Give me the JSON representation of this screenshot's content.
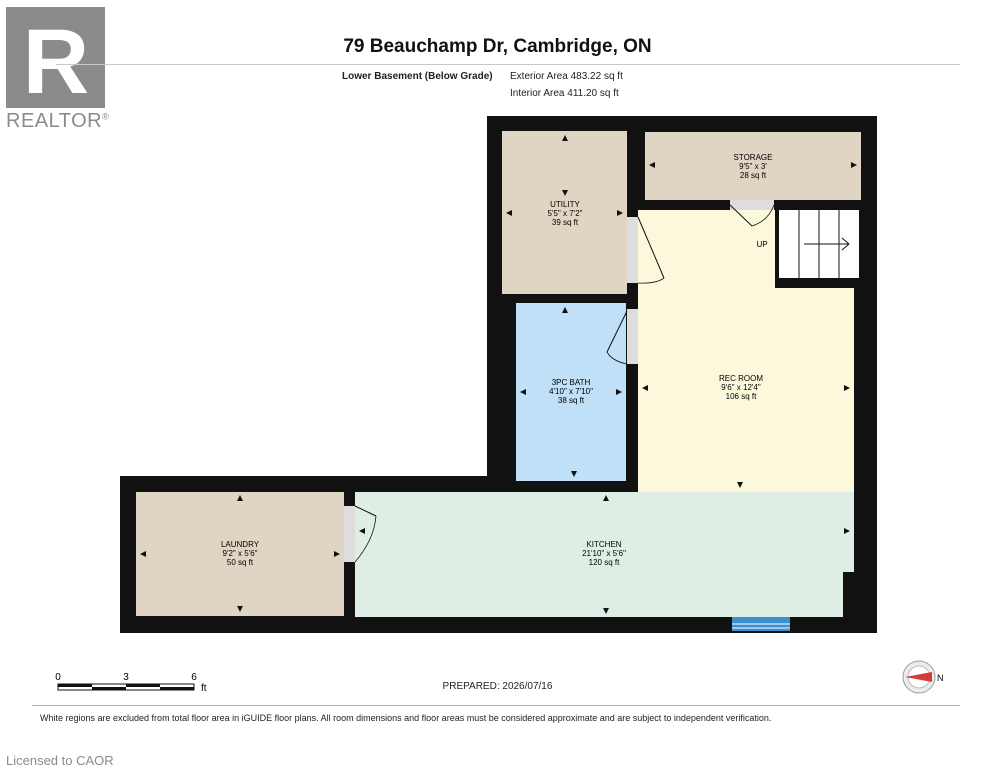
{
  "branding": {
    "logo_letter": "R",
    "logo_word": "REALTOR",
    "registered": "®",
    "licensed_text": "Licensed to CAOR"
  },
  "header": {
    "title": "79 Beauchamp Dr, Cambridge, ON",
    "level": "Lower Basement (Below Grade)",
    "exterior_area": "Exterior Area 483.22 sq ft",
    "interior_area": "Interior Area 411.20 sq ft"
  },
  "rooms": {
    "storage": {
      "name": "STORAGE",
      "dims": "9'5\" x 3'",
      "area": "28 sq ft",
      "color": "#e0d5c3"
    },
    "utility": {
      "name": "UTILITY",
      "dims": "5'5\" x 7'2\"",
      "area": "39 sq ft",
      "color": "#e0d5c3"
    },
    "bath": {
      "name": "3PC BATH",
      "dims": "4'10\" x 7'10\"",
      "area": "38 sq ft",
      "color": "#bfe0f7"
    },
    "rec_room": {
      "name": "REC ROOM",
      "dims": "9'6\" x 12'4\"",
      "area": "106 sq ft",
      "color": "#fbf8dc"
    },
    "laundry": {
      "name": "LAUNDRY",
      "dims": "9'2\" x 5'6\"",
      "area": "50 sq ft",
      "color": "#e0d5c3"
    },
    "kitchen": {
      "name": "KITCHEN",
      "dims": "21'10\" x 5'6\"",
      "area": "120 sq ft",
      "color": "#dfeee4"
    }
  },
  "stairs_label": "UP",
  "scale": {
    "labels": [
      "0",
      "3",
      "6"
    ],
    "unit": "ft"
  },
  "compass_label": "N",
  "prepared": "PREPARED: 2026/07/16",
  "disclaimer": "White regions are excluded from total floor area in iGUIDE floor plans. All room dimensions and floor areas must be considered approximate and are subject to independent verification.",
  "colors": {
    "wall": "#111111",
    "logo": "#8b8b8b",
    "window": "#3d8fd1",
    "compass_arrow": "#d33a3a"
  }
}
